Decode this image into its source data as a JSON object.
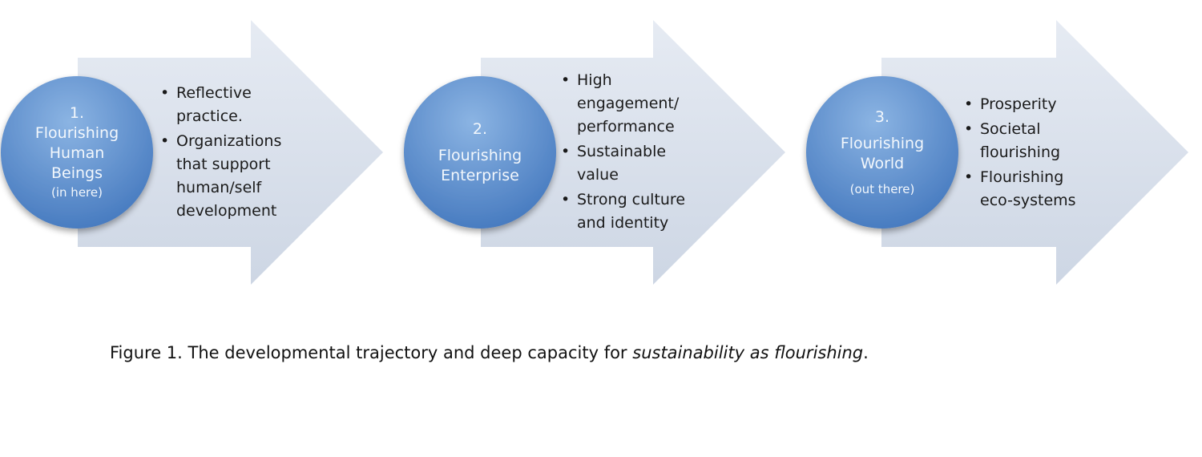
{
  "stages": [
    {
      "number": "1.",
      "title_lines": [
        "Flourishing",
        "Human",
        "Beings"
      ],
      "note": "(in here)",
      "bullets": [
        [
          "Reflective",
          "practice."
        ],
        [
          "Organizations",
          "that support",
          "human/self",
          "development"
        ]
      ]
    },
    {
      "number": "2.",
      "title_lines": [
        "Flourishing",
        "Enterprise"
      ],
      "note": "",
      "bullets": [
        [
          "High",
          "engagement/",
          "performance"
        ],
        [
          "Sustainable",
          "value"
        ],
        [
          "Strong culture",
          "and identity"
        ]
      ]
    },
    {
      "number": "3.",
      "title_lines": [
        "Flourishing",
        "World"
      ],
      "note": "(out there)",
      "bullets": [
        [
          "Prosperity"
        ],
        [
          "Societal",
          "flourishing"
        ],
        [
          "Flourishing",
          "eco-systems"
        ]
      ]
    }
  ],
  "caption": {
    "prefix": "Figure 1. The developmental trajectory and deep capacity for ",
    "emphasis": "sustainability as flourishing",
    "suffix": "."
  },
  "colors": {
    "arrow_light": "#e6ebf3",
    "arrow_dark": "#cdd6e4",
    "circle_light": "#8bb4e3",
    "circle_dark": "#4478be",
    "circle_text": "#f2f7fc",
    "bullet_text": "#1a1a1a"
  }
}
